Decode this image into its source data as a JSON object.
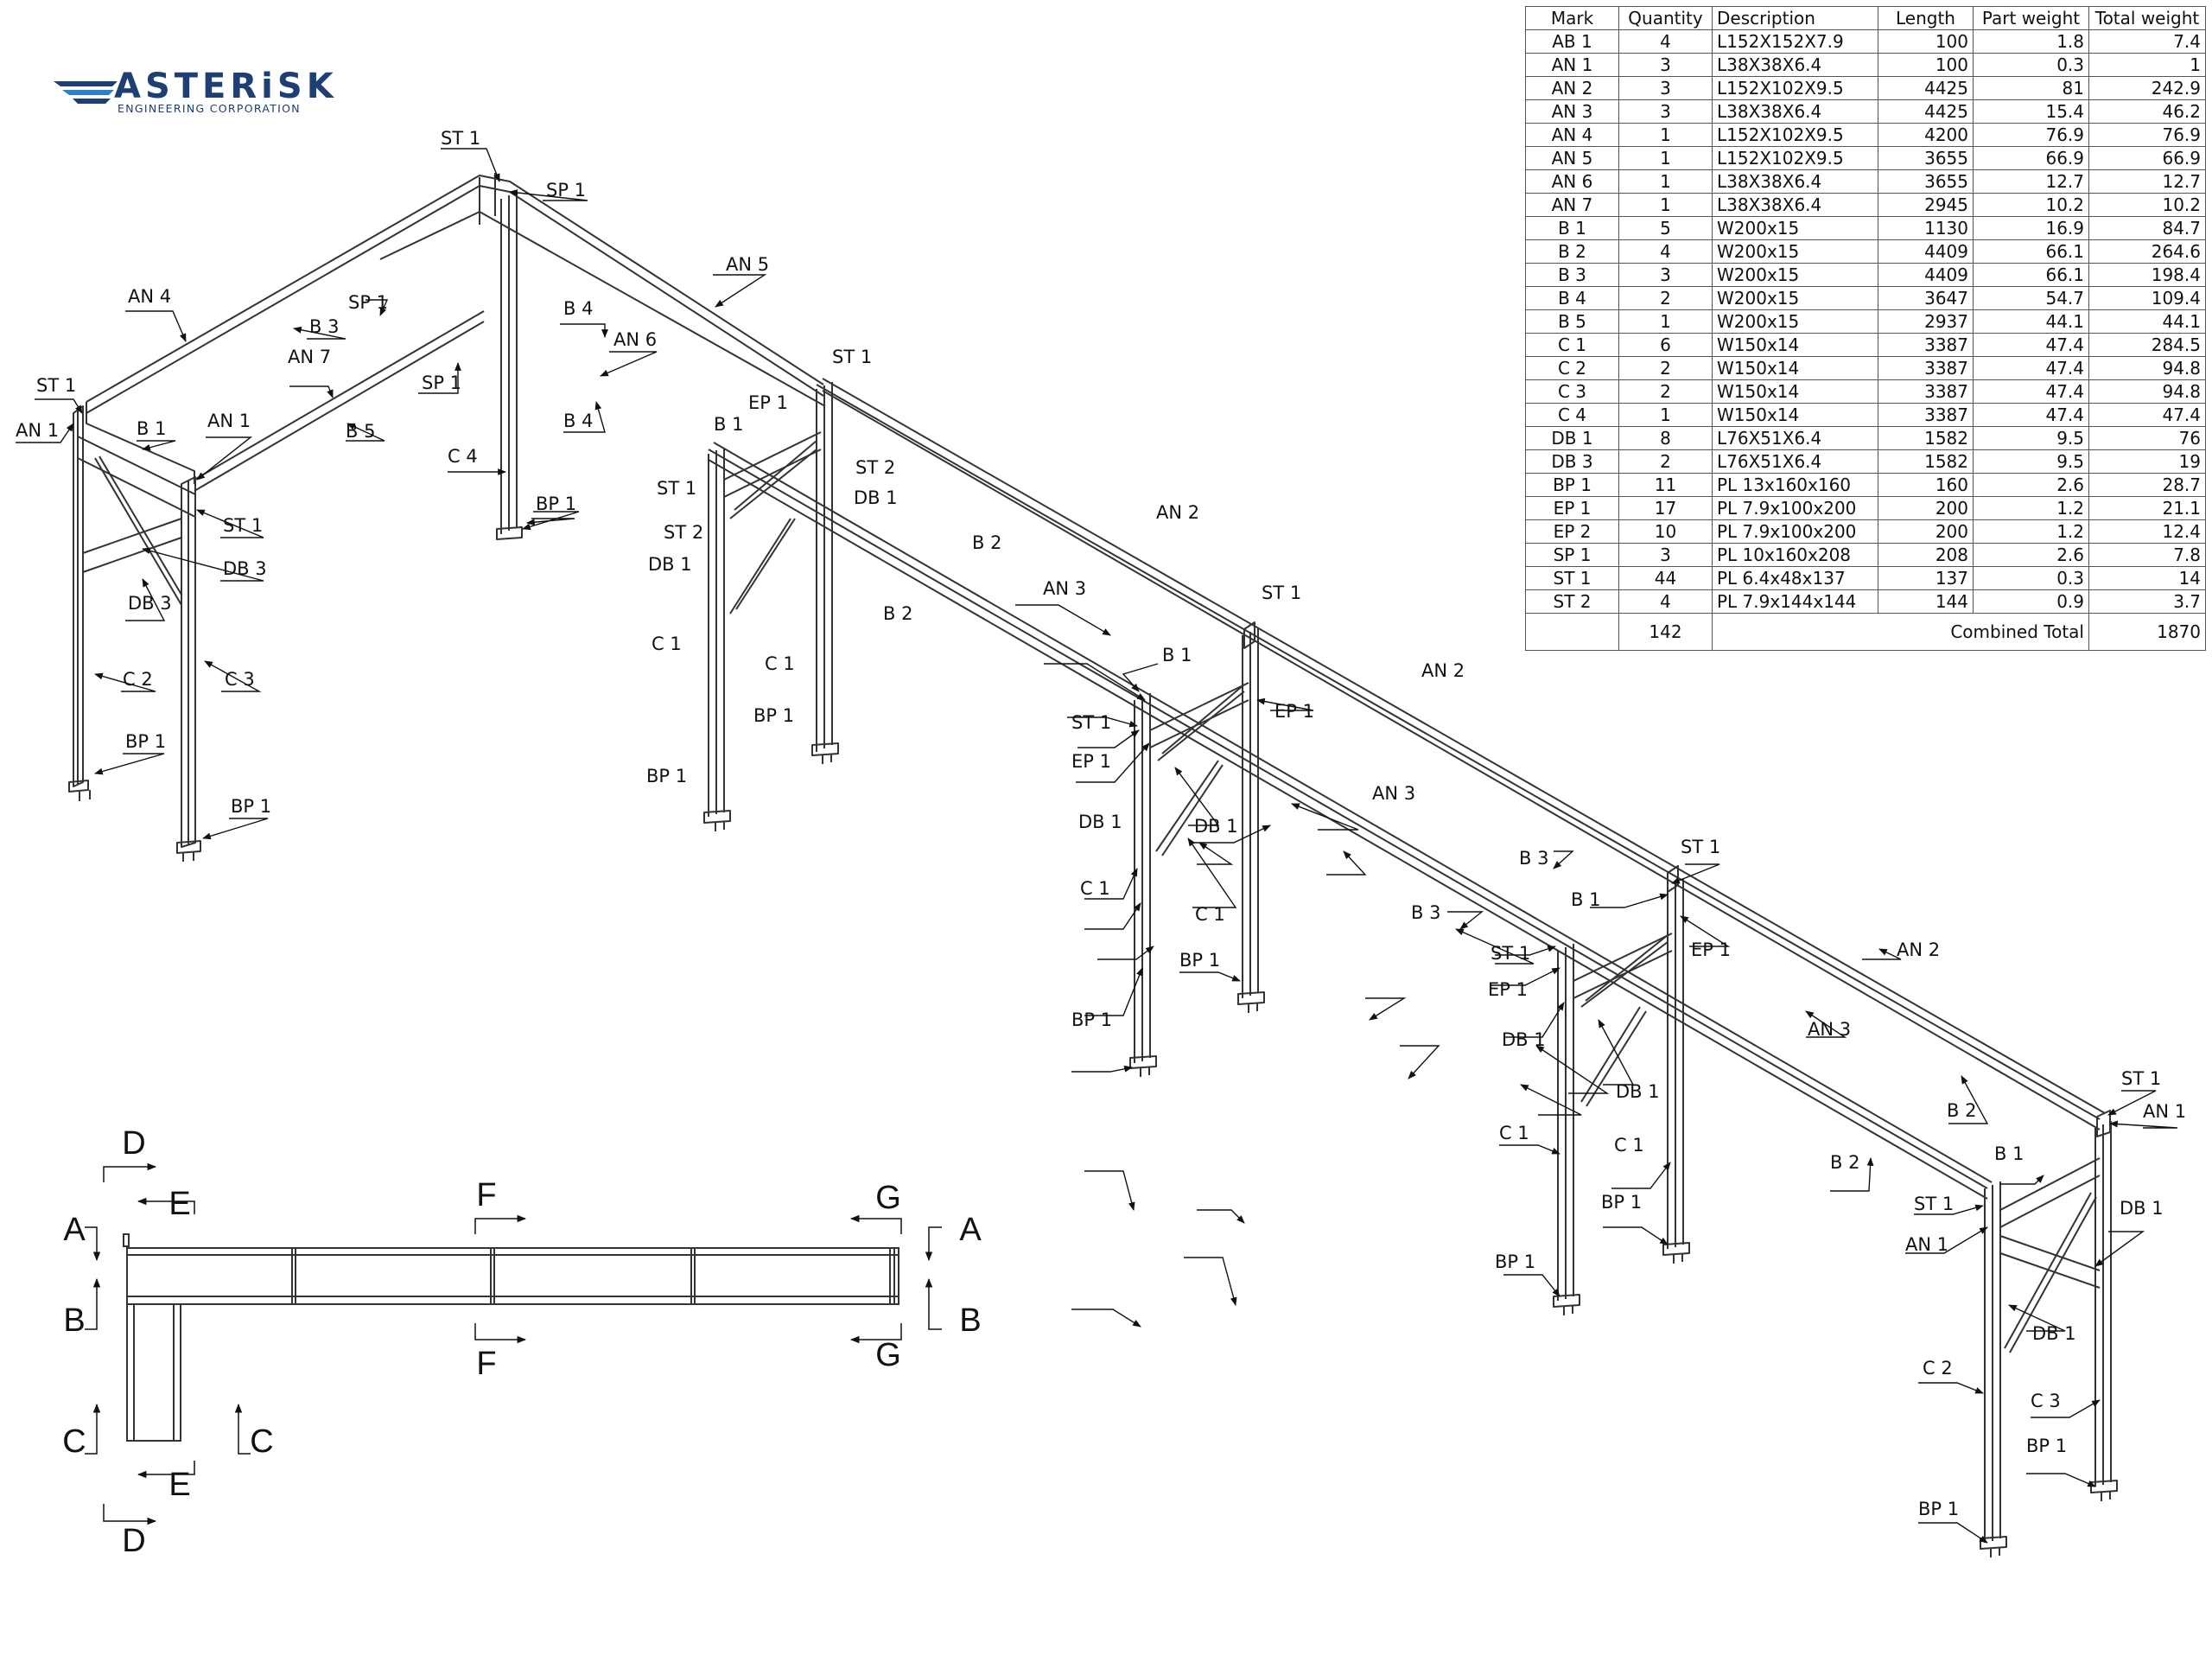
{
  "brand": {
    "name": "ASTERiSK",
    "subtitle": "ENGINEERING CORPORATION",
    "color": "#1d3f73",
    "accent": "#2d7fd0"
  },
  "bom": {
    "headers": [
      "Mark",
      "Quantity",
      "Description",
      "Length",
      "Part weight",
      "Total weight"
    ],
    "rows": [
      [
        "AB 1",
        "4",
        "L152X152X7.9",
        "100",
        "1.8",
        "7.4"
      ],
      [
        "AN 1",
        "3",
        "L38X38X6.4",
        "100",
        "0.3",
        "1"
      ],
      [
        "AN 2",
        "3",
        "L152X102X9.5",
        "4425",
        "81",
        "242.9"
      ],
      [
        "AN 3",
        "3",
        "L38X38X6.4",
        "4425",
        "15.4",
        "46.2"
      ],
      [
        "AN 4",
        "1",
        "L152X102X9.5",
        "4200",
        "76.9",
        "76.9"
      ],
      [
        "AN 5",
        "1",
        "L152X102X9.5",
        "3655",
        "66.9",
        "66.9"
      ],
      [
        "AN 6",
        "1",
        "L38X38X6.4",
        "3655",
        "12.7",
        "12.7"
      ],
      [
        "AN 7",
        "1",
        "L38X38X6.4",
        "2945",
        "10.2",
        "10.2"
      ],
      [
        "B 1",
        "5",
        "W200x15",
        "1130",
        "16.9",
        "84.7"
      ],
      [
        "B 2",
        "4",
        "W200x15",
        "4409",
        "66.1",
        "264.6"
      ],
      [
        "B 3",
        "3",
        "W200x15",
        "4409",
        "66.1",
        "198.4"
      ],
      [
        "B 4",
        "2",
        "W200x15",
        "3647",
        "54.7",
        "109.4"
      ],
      [
        "B 5",
        "1",
        "W200x15",
        "2937",
        "44.1",
        "44.1"
      ],
      [
        "C 1",
        "6",
        "W150x14",
        "3387",
        "47.4",
        "284.5"
      ],
      [
        "C 2",
        "2",
        "W150x14",
        "3387",
        "47.4",
        "94.8"
      ],
      [
        "C 3",
        "2",
        "W150x14",
        "3387",
        "47.4",
        "94.8"
      ],
      [
        "C 4",
        "1",
        "W150x14",
        "3387",
        "47.4",
        "47.4"
      ],
      [
        "DB 1",
        "8",
        "L76X51X6.4",
        "1582",
        "9.5",
        "76"
      ],
      [
        "DB 3",
        "2",
        "L76X51X6.4",
        "1582",
        "9.5",
        "19"
      ],
      [
        "BP 1",
        "11",
        "PL 13x160x160",
        "160",
        "2.6",
        "28.7"
      ],
      [
        "EP 1",
        "17",
        "PL 7.9x100x200",
        "200",
        "1.2",
        "21.1"
      ],
      [
        "EP 2",
        "10",
        "PL 7.9x100x200",
        "200",
        "1.2",
        "12.4"
      ],
      [
        "SP 1",
        "3",
        "PL 10x160x208",
        "208",
        "2.6",
        "7.8"
      ],
      [
        "ST 1",
        "44",
        "PL 6.4x48x137",
        "137",
        "0.3",
        "14"
      ],
      [
        "ST 2",
        "4",
        "PL 7.9x144x144",
        "144",
        "0.9",
        "3.7"
      ]
    ],
    "total_quantity": "142",
    "total_label": "Combined Total",
    "total_weight": "1870"
  },
  "labels": [
    "ST 1",
    "SP 1",
    "AN 4",
    "AN 5",
    "B 3",
    "SP 1",
    "B 4",
    "AN 7",
    "AN 6",
    "SP 1",
    "ST 1",
    "AN 1",
    "B 1",
    "AN 1",
    "B 5",
    "B 4",
    "C 4",
    "ST 1",
    "DB 3",
    "DB 3",
    "C 2",
    "C 3",
    "BP 1",
    "BP 1",
    "BP 1",
    "ST 1",
    "EP 1",
    "B 1",
    "ST 2",
    "ST 1",
    "DB 1",
    "ST 2",
    "DB 1",
    "AN 2",
    "B 2",
    "AN 3",
    "B 2",
    "C 1",
    "C 1",
    "BP 1",
    "BP 1",
    "ST 1",
    "B 1",
    "EP 1",
    "ST 1",
    "EP 1",
    "DB 1",
    "DB 1",
    "AN 2",
    "AN 3",
    "C 1",
    "C 1",
    "BP 1",
    "BP 1",
    "ST 1",
    "B 3",
    "B 1",
    "B 3",
    "ST 1",
    "EP 1",
    "EP 1",
    "DB 1",
    "DB 1",
    "AN 2",
    "AN 3",
    "C 1",
    "C 1",
    "BP 1",
    "BP 1",
    "ST 1",
    "AN 1",
    "B 2",
    "B 1",
    "B 2",
    "ST 1",
    "DB 1",
    "AN 1",
    "DB 1",
    "C 2",
    "C 3",
    "BP 1",
    "BP 1"
  ],
  "section_marks": [
    "D",
    "E",
    "F",
    "G",
    "A",
    "A",
    "B",
    "B",
    "C",
    "C",
    "E",
    "F",
    "G",
    "D"
  ]
}
